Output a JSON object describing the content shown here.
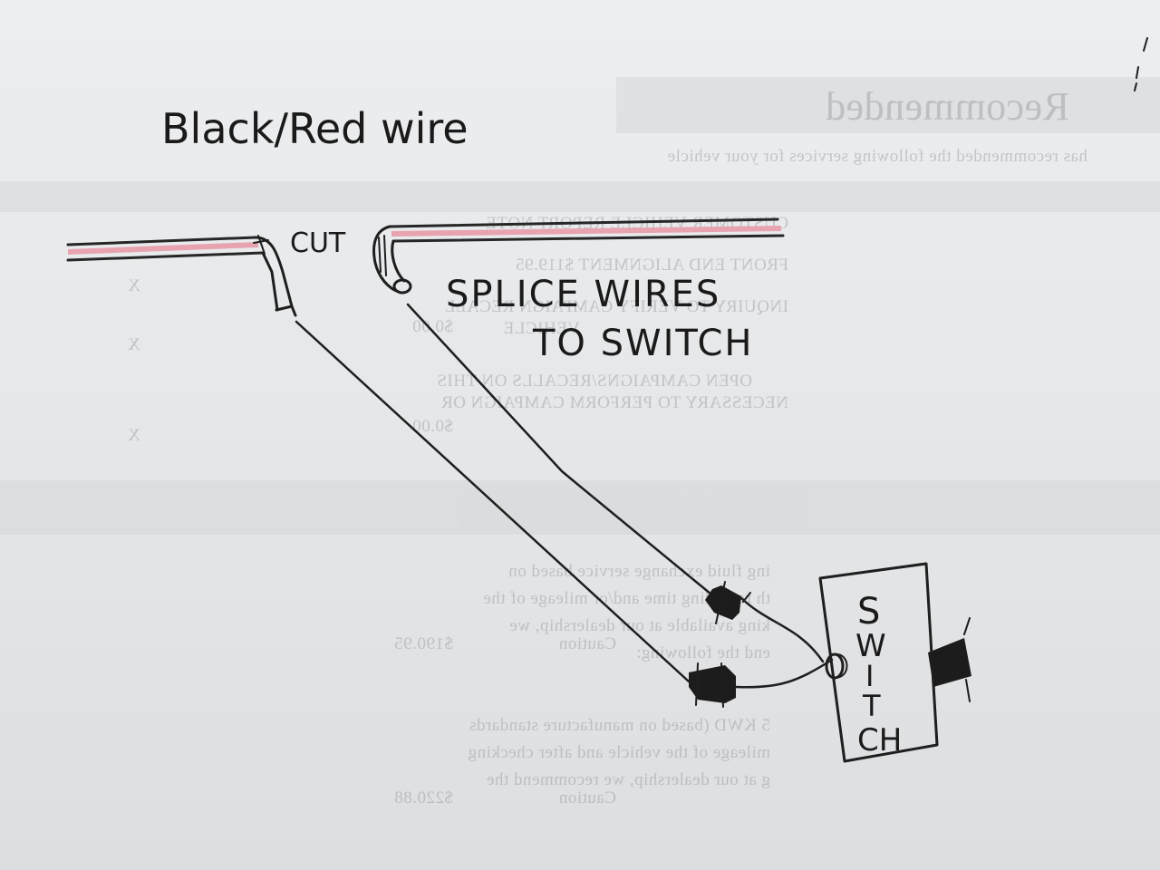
{
  "diagram": {
    "title": "Black/Red wire",
    "cut_label": "CUT",
    "splice_label_line1": "SPLICE WIRES",
    "splice_label_line2": "TO SWITCH",
    "switch_letters": [
      "S",
      "W",
      "I",
      "T",
      "CH"
    ]
  },
  "colors": {
    "ink": "#1e1e1e",
    "wire_red": "#e8a3b0",
    "paper": "#e6e8ea"
  },
  "background_document": {
    "title": "Recommended",
    "intro": "has recommended the following services for your vehicle",
    "lines": [
      "CUSTOMER VEHICLE REPORT NOTE",
      "FRONT END ALIGNMENT $119.95",
      "INQUIRY TO VERIFY CAMPAIGN RECALL",
      "VEHICLE",
      "OPEN CAMPAIGNS/RECALLS ON THIS",
      "NECESSARY TO PERFORM CAMPAIGN OR",
      "ing fluid exchange service based on",
      "th regarding time and/or mileage of the",
      "king available at our dealership, we",
      "end the following:",
      "5 KWD (based on manufacture standards",
      "mileage of the vehicle and after checking",
      "g at our dealership, we recommend the"
    ],
    "amounts": [
      "$0.00",
      "$0.00",
      "$190.95",
      "$220.88"
    ],
    "status_labels": [
      "Caution",
      "Caution"
    ],
    "marks": [
      "X",
      "X",
      "X"
    ]
  }
}
